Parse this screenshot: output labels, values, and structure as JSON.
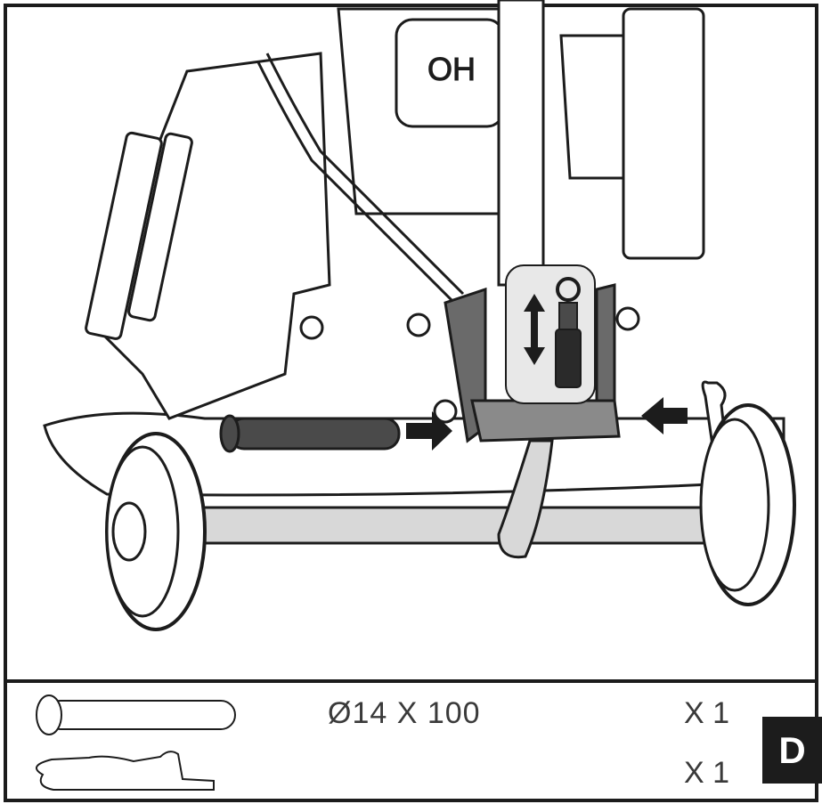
{
  "step": {
    "label": "D"
  },
  "parts": [
    {
      "name": "pin-icon",
      "spec": "Ø14 X 100",
      "quantity": "X 1"
    },
    {
      "name": "r-clip-icon",
      "spec": "",
      "quantity": "X 1"
    }
  ],
  "colors": {
    "line": "#1c1c1c",
    "part_fill": "#4a4a4a",
    "arrow": "#1c1c1c",
    "background": "#ffffff"
  }
}
